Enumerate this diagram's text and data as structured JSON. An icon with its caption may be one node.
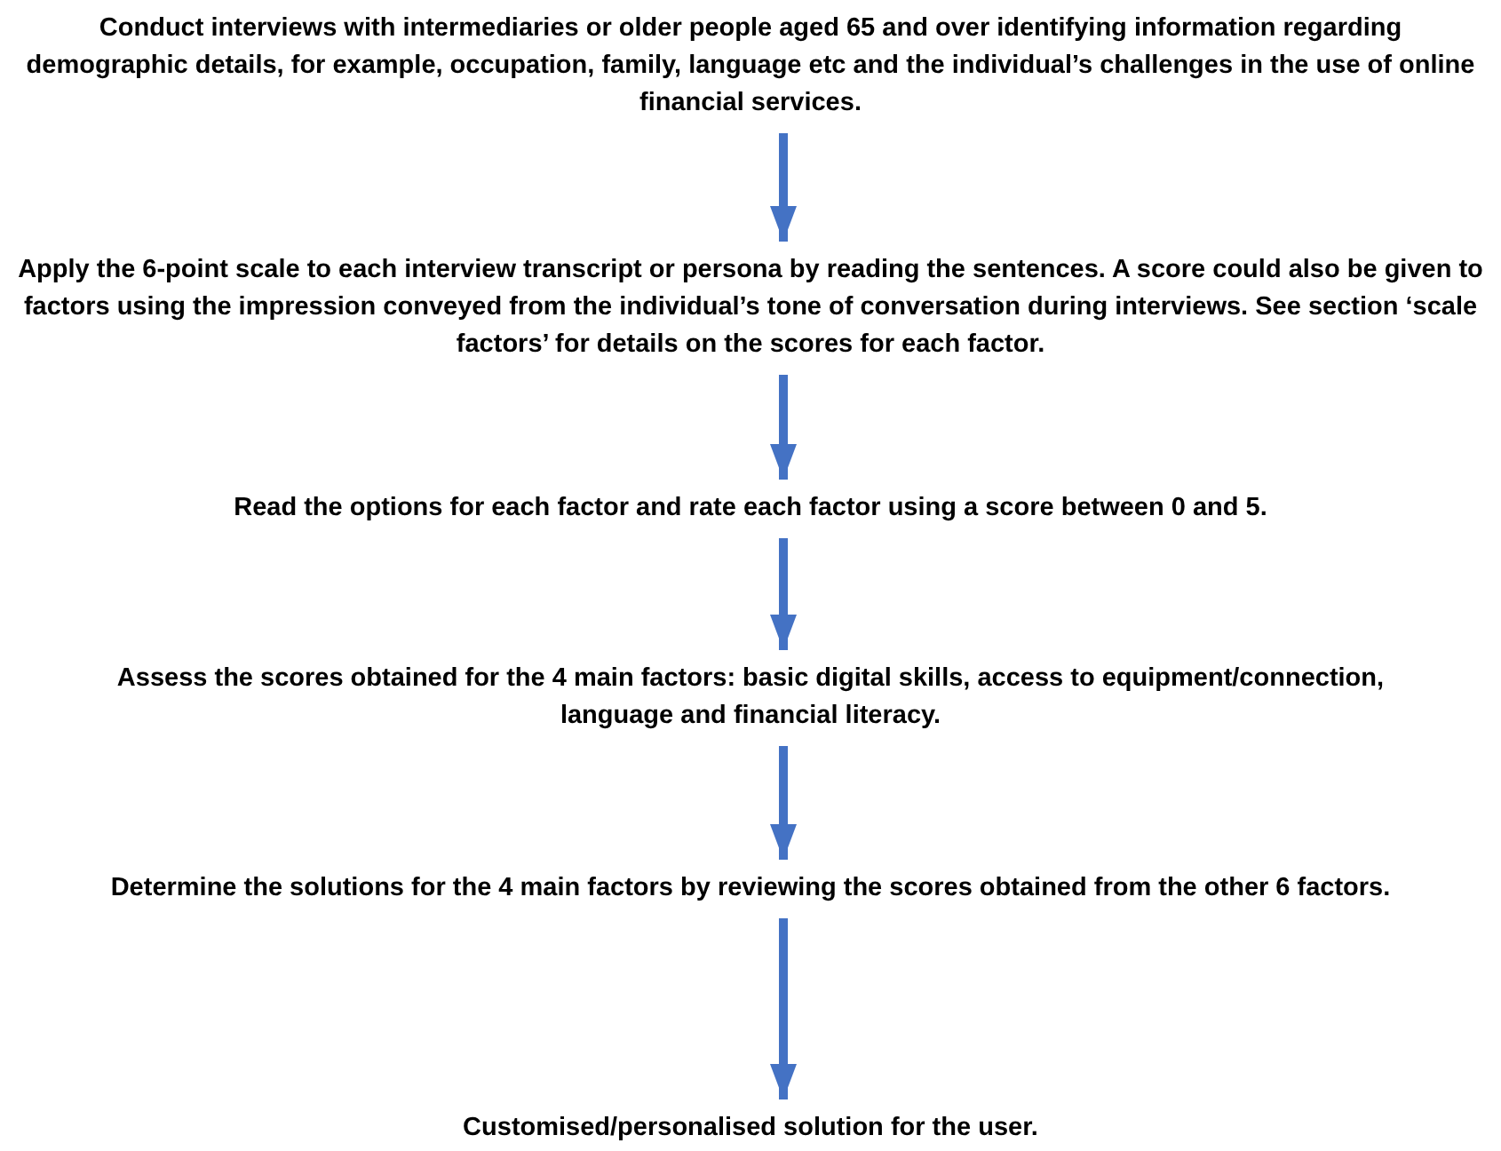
{
  "diagram": {
    "nodes": [
      {
        "text": [
          "Conduct interviews with intermediaries or older people aged 65 and over identifying information regarding demographic details, for example, occupation, family, language etc and the individual’s challenges in the use of online financial services."
        ]
      },
      {
        "text": [
          "Apply the 6-point scale to each interview transcript or persona by reading the sentences. A score could also be given to factors using the impression conveyed from the individual’s tone of conversation during interviews. See section ‘scale factors’ for details on the scores for each factor."
        ]
      },
      {
        "text": [
          "Read the options for each factor and rate each factor using a score between 0 and 5."
        ]
      },
      {
        "text": [
          "Assess the scores obtained for the 4 main factors: basic digital skills, access to equipment/connection, language and financial literacy."
        ]
      },
      {
        "text": [
          "Determine the solutions for the 4 main factors by reviewing the scores obtained from the other 6 factors."
        ]
      },
      {
        "text": [
          "Customised/personalised solution for the user."
        ]
      }
    ],
    "edges": [
      {
        "from": 0,
        "to": 1,
        "arrow": "to"
      },
      {
        "from": 1,
        "to": 2,
        "arrow": "to"
      },
      {
        "from": 2,
        "to": 3,
        "arrow": "to"
      },
      {
        "from": 3,
        "to": 4,
        "arrow": "to"
      },
      {
        "from": 4,
        "to": 5,
        "arrow": "to"
      }
    ]
  }
}
